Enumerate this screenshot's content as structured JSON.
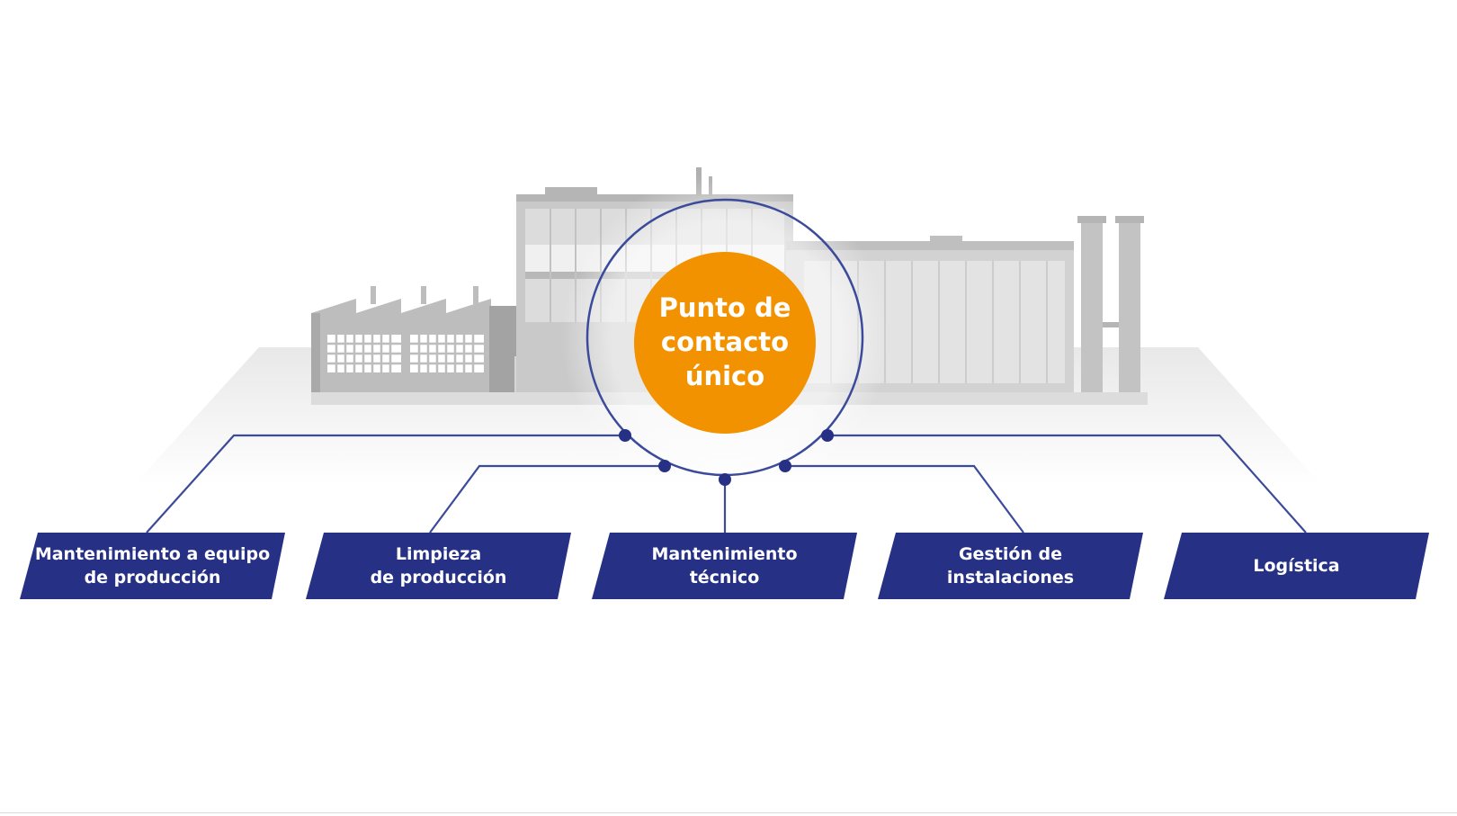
{
  "hub": {
    "lines": [
      "Punto de",
      "contacto",
      "único"
    ],
    "color": "#f39200"
  },
  "services": [
    {
      "lines": [
        "Mantenimiento a equipo",
        "de producción"
      ]
    },
    {
      "lines": [
        "Limpieza",
        "de producción"
      ]
    },
    {
      "lines": [
        "Mantenimiento",
        "técnico"
      ]
    },
    {
      "lines": [
        "Gestión de",
        "instalaciones"
      ]
    },
    {
      "lines": [
        "Logística"
      ]
    }
  ],
  "colors": {
    "navy": "#263186",
    "connector": "#3b4a9a",
    "building": "#c7c7c7",
    "ground": "#eeeeee"
  }
}
